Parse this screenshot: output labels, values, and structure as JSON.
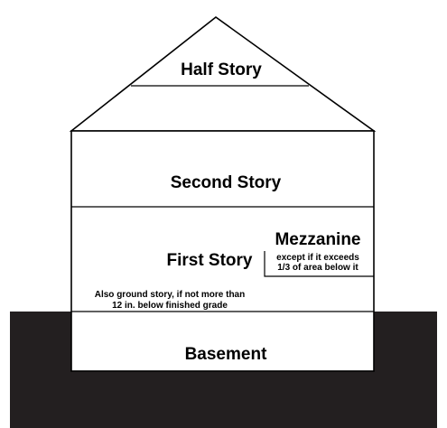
{
  "diagram": {
    "colors": {
      "ground": "#231f20",
      "house_fill": "#ffffff",
      "line": "#000000",
      "text": "#000000"
    },
    "labels": {
      "half_story": "Half Story",
      "second_story": "Second Story",
      "first_story": "First Story",
      "mezzanine_title": "Mezzanine",
      "mezzanine_note_1": "except if it exceeds",
      "mezzanine_note_2": "1/3 of area below it",
      "ground_story_note_1": "Also ground story, if not more than",
      "ground_story_note_2": "12 in. below finished grade",
      "basement": "Basement"
    }
  }
}
